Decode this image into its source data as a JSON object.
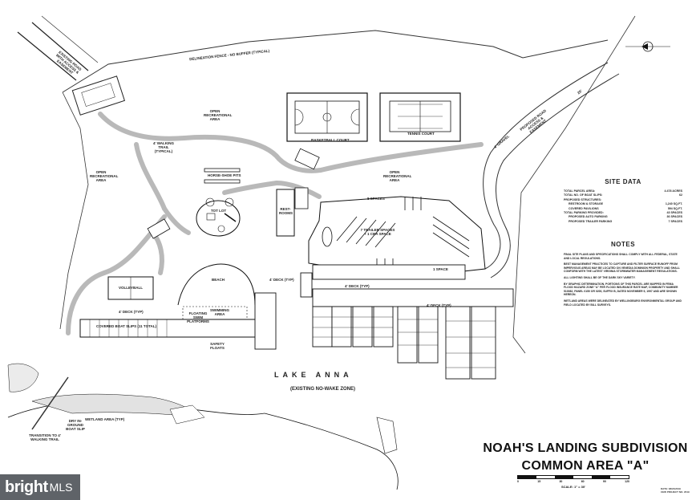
{
  "title": {
    "line1": "NOAH'S LANDING SUBDIVISION",
    "line2": "COMMON AREA \"A\""
  },
  "site_data": {
    "heading": "SITE DATA",
    "total_parcel_area": {
      "label": "TOTAL PARCEL AREA:",
      "value": "4.478 ACRES"
    },
    "total_boat_slips": {
      "label": "TOTAL NO. OF BOAT SLIPS:",
      "value": "62"
    },
    "proposed_structures": {
      "label": "PROPOSED STRUCTURES:"
    },
    "restroom_storage": {
      "label": "RESTROOM & STORAGE",
      "value": "1,240 SQ.FT."
    },
    "covered_pavilions": {
      "label": "COVERED PAVILIONS",
      "value": "594 SQ.FT."
    },
    "parking_provided": {
      "label": "TOTAL PARKING PROVIDED:",
      "value": "43 SPACES"
    },
    "auto_parking": {
      "label": "PROPOSED AUTO PARKING",
      "value": "36 SPACES"
    },
    "trailer_parking": {
      "label": "PROPOSED TRAILER PARKING",
      "value": "7 SPACES"
    }
  },
  "notes": {
    "heading": "NOTES",
    "items": [
      "FINAL SITE PLANS AND SPECIFICATIONS SHALL COMPLY WITH ALL FEDERAL, STATE AND LOCAL REGULATIONS.",
      "BEST MANAGEMENT PRACTICES TO CAPTURE AND FILTER SURFACE RUNOFF FROM IMPERVIOUS AREAS MAY BE LOCATED ON VENEDIA DOMINION PROPERTY AND SHALL CONFORM WITH THE LATEST VIRGINIA STORMWATER MANAGEMENT REGULATIONS.",
      "ALL LIGHTING SHALL BE OF THE DARK SKY VARIETY.",
      "BY GRAPHIC DETERMINATION, PORTIONS OF THIS PARCEL ARE MAPPED IN FEMA FLOOD HAZARD ZONE \"A\" PER FLOOD INSURANCE RATE MAP, COMMUNITY NUMBER 510082, PANEL 0150 OR 0200, SUFFIX B, DATED NOVEMBER 5, 1997 AND ARE SHOWN HEREON.",
      "WETLAND AREAS WERE DELINEATED BY WELLINGBURG ENVIRONMENTAL GROUP AND FIELD LOCATED BY BILL SURVEYS."
    ]
  },
  "labels": {
    "delineation_fence": "DELINEATION FENCE - NO BUFFER (TYPICAL)",
    "open_rec_1": "OPEN RECREATIONAL AREA",
    "open_rec_2": "OPEN RECREATIONAL AREA",
    "open_rec_3": "OPEN RECREATIONAL AREA",
    "basketball_court": "BASKETBALL COURT",
    "tennis_court": "TENNIS COURT",
    "walking_trail_typ": "4' WALKING TRAIL (TYPICAL)",
    "horseshoe_pits": "HORSE-SHOE PITS",
    "tot_lot": "TOT LOT",
    "volleyball": "VOLLEYBALL",
    "beach": "BEACH",
    "swimming_area": "SWIMMING AREA",
    "floating_swim_platforms": "FLOATING SWIM PLATFORMS",
    "safety_floats": "SAFETY FLOATS",
    "covered_boat_slips": "COVERED BOAT SLIPS (11 TOTAL)",
    "deck_typ_1": "4' DECK (TYP)",
    "deck_typ_2": "4' DECK (TYP)",
    "deck_typ_3": "4' DECK (TYP)",
    "deck_typ_4": "4' DECK (TYP)",
    "rest_rooms": "REST-ROOMS",
    "trailer_spaces": "7 TRAILER SPACES + 1 CBA SPACE",
    "spaces_8": "8 SPACES",
    "space_1": "1 SPACE",
    "wetland_area": "WETLAND AREA (TYP)",
    "transition": "TRANSITION TO 4' WALKING TRAIL",
    "boat_slip": "DRY IN-GROUND BOAT SLIP",
    "proposed_road": "PROPOSED ROAD ACCESS & EASEMENT",
    "existing_road": "EXISTING ROAD WITH ACCESS & EASEMENT",
    "road_1": "4' GRAVEL",
    "road_2": "20'"
  },
  "water": {
    "lake": "LAKE ANNA",
    "zone": "(EXISTING NO-WAKE ZONE)"
  },
  "scale": {
    "label": "SCALE: 1\" = 30'",
    "ticks": [
      "0",
      "15",
      "30",
      "60",
      "90",
      "120"
    ]
  },
  "footer": {
    "brand": "bright",
    "brand_suffix": "MLS",
    "stamp_line1": "DATE: 08/21/2019",
    "stamp_line2": "CEW PROJECT NO. 2019"
  }
}
